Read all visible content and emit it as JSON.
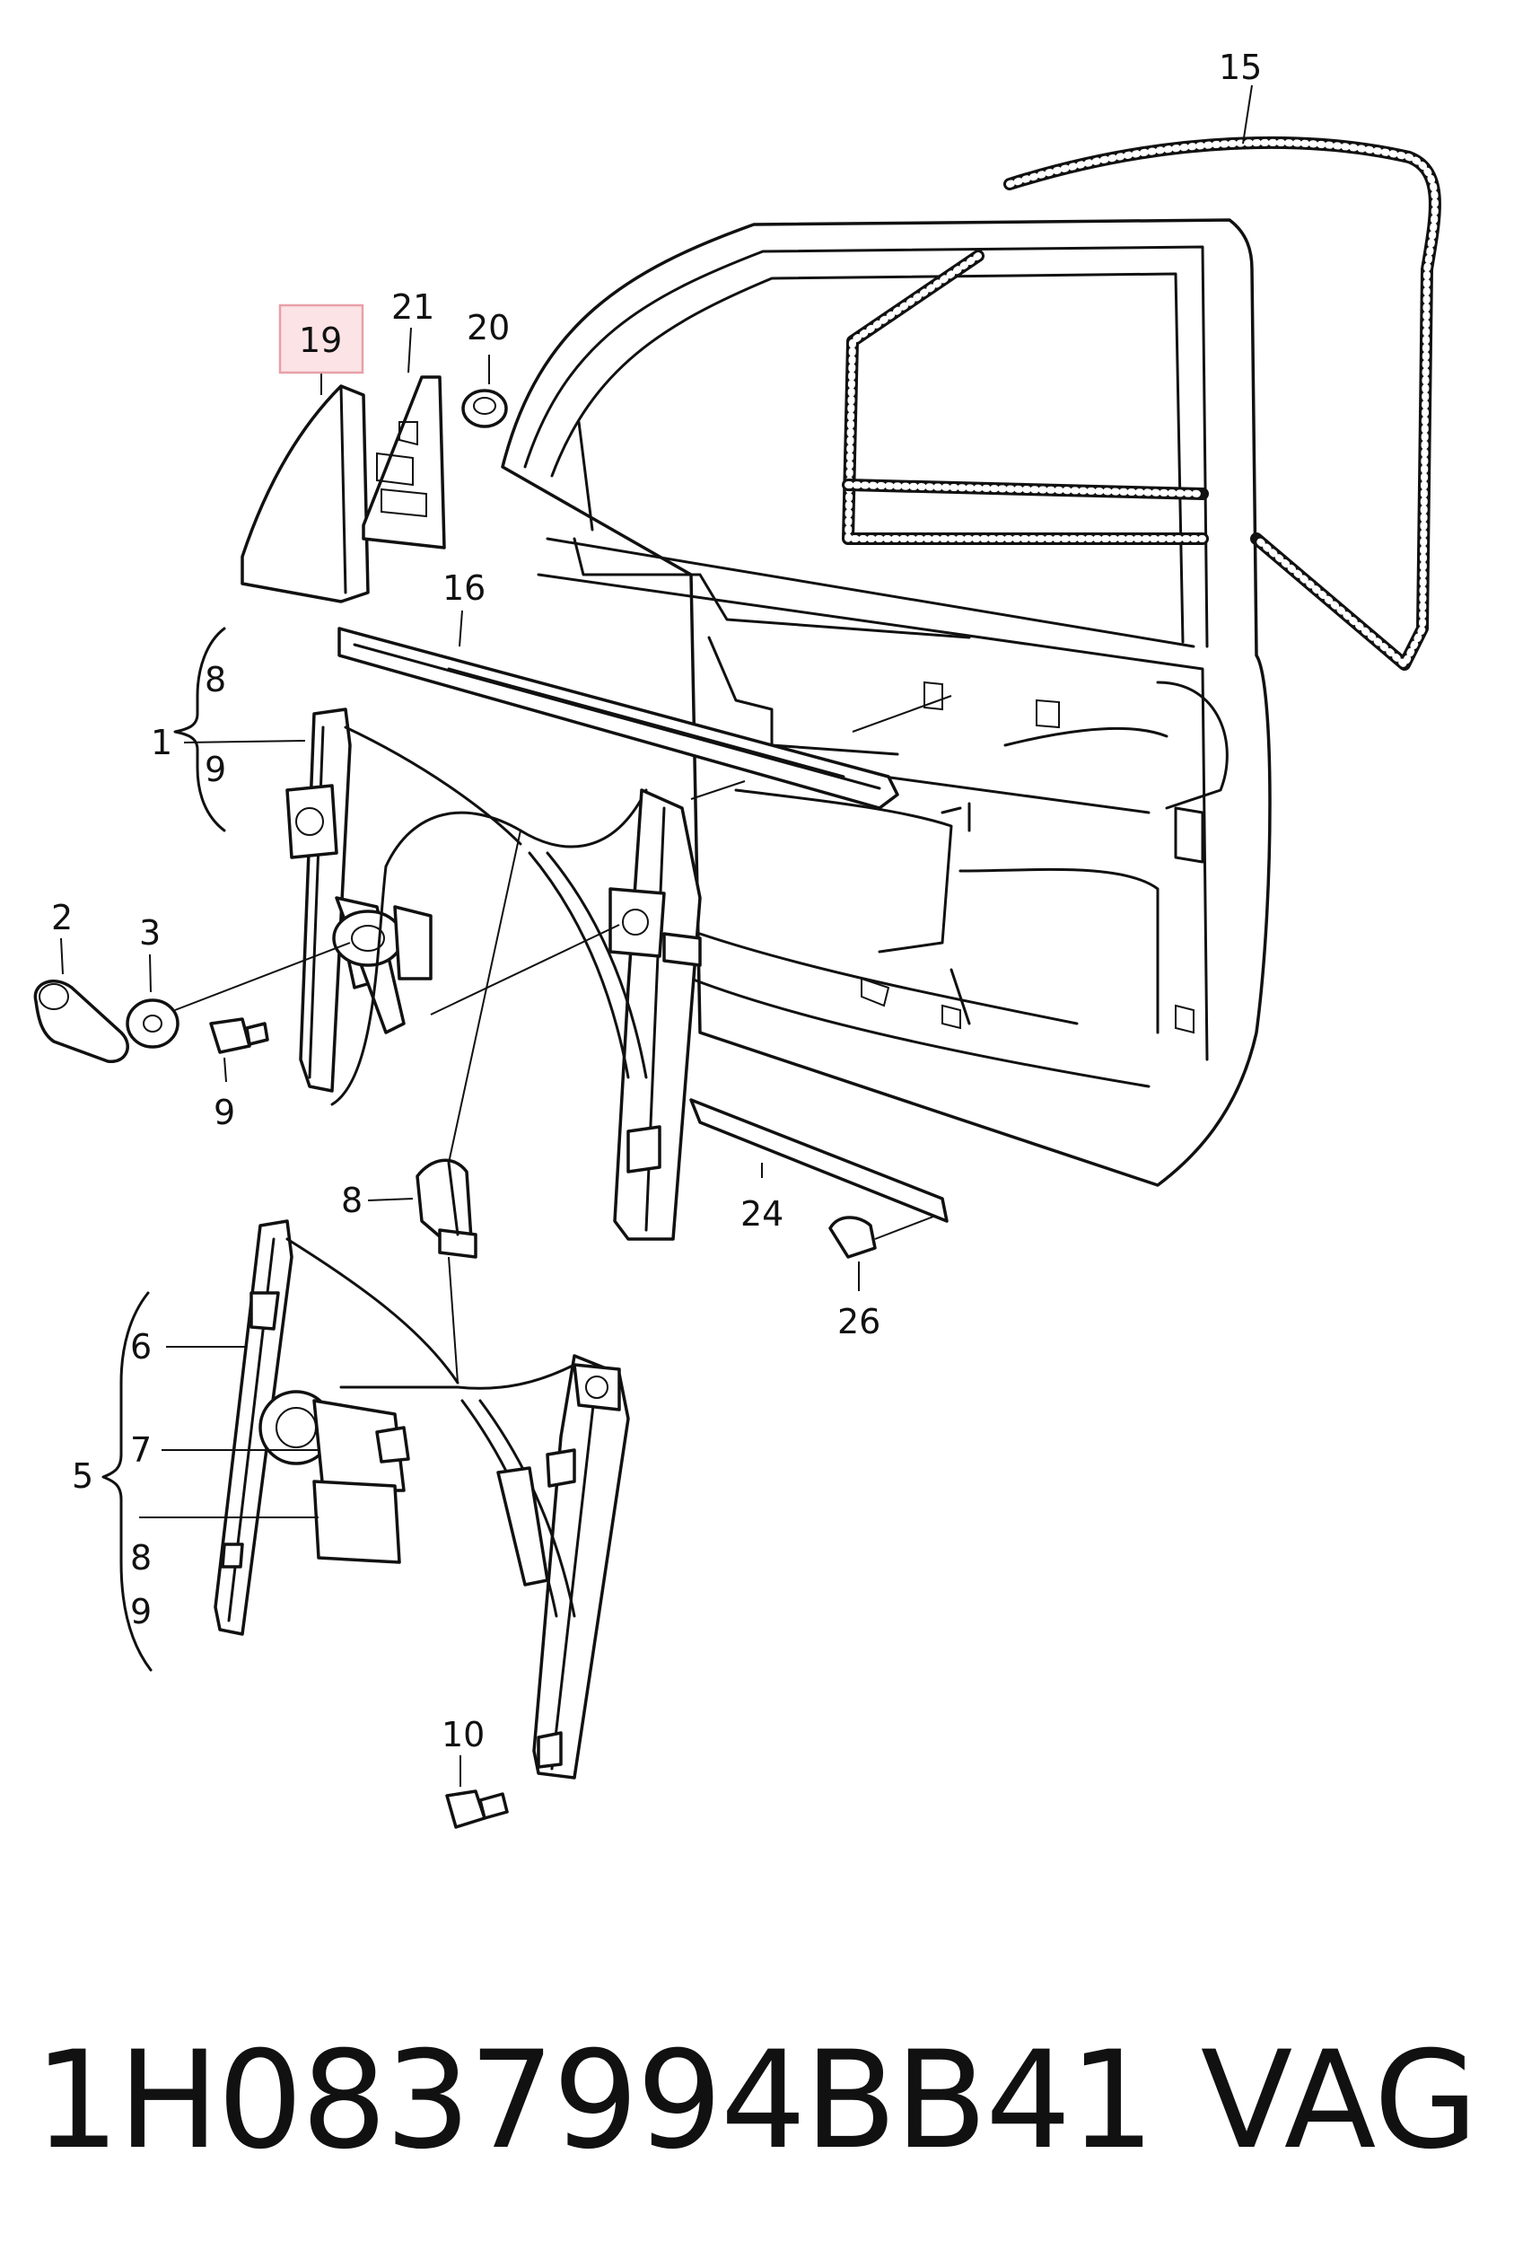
{
  "diagram": {
    "callouts": {
      "c15": "15",
      "c19": "19",
      "c21": "21",
      "c20": "20",
      "c16": "16",
      "c1": "1",
      "c1_8": "8",
      "c1_9": "9",
      "c2": "2",
      "c3": "3",
      "c9": "9",
      "c8": "8",
      "c24": "24",
      "c26": "26",
      "c5": "5",
      "c6": "6",
      "c7": "7",
      "c5_8": "8",
      "c5_9": "9",
      "c10": "10"
    },
    "highlight_color": "#e8a0a8",
    "highlight_fill": "#fbe3e6"
  },
  "footer": {
    "part_number": "1H0837994BB41",
    "brand": "VAG"
  }
}
